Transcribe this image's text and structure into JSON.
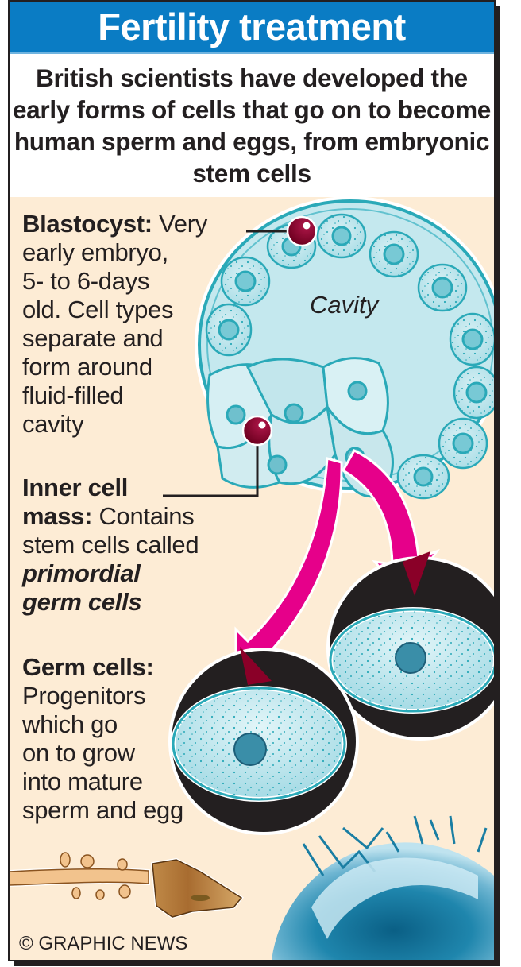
{
  "title": "Fertility treatment",
  "intro": "British scientists have developed the early forms of cells that go on to become human sperm and eggs, from embryonic stem cells",
  "diagram": {
    "cavity_label": "Cavity"
  },
  "sections": [
    {
      "heading": "Blastocyst:",
      "lines": [
        "Very",
        "early embryo,",
        "5- to 6-days",
        "old. Cell types",
        "separate and",
        "form around",
        "fluid-filled",
        "cavity"
      ]
    },
    {
      "heading_lines": [
        "Inner cell",
        "mass:"
      ],
      "lines": [
        "Contains",
        "stem cells called"
      ],
      "emphasis_lines": [
        "primordial",
        "germ cells"
      ]
    },
    {
      "heading": "Germ cells:",
      "lines": [
        "Progenitors",
        "which go",
        "on to grow",
        "into mature",
        "sperm and egg"
      ]
    }
  ],
  "credit": "© GRAPHIC NEWS",
  "colors": {
    "header_blue": "#0a7cc4",
    "background_cream": "#fdecd5",
    "cell_teal": "#2aa9b8",
    "arrow_magenta": "#e6008a",
    "pin_maroon": "#8a0028",
    "frame_dark": "#231f20"
  }
}
